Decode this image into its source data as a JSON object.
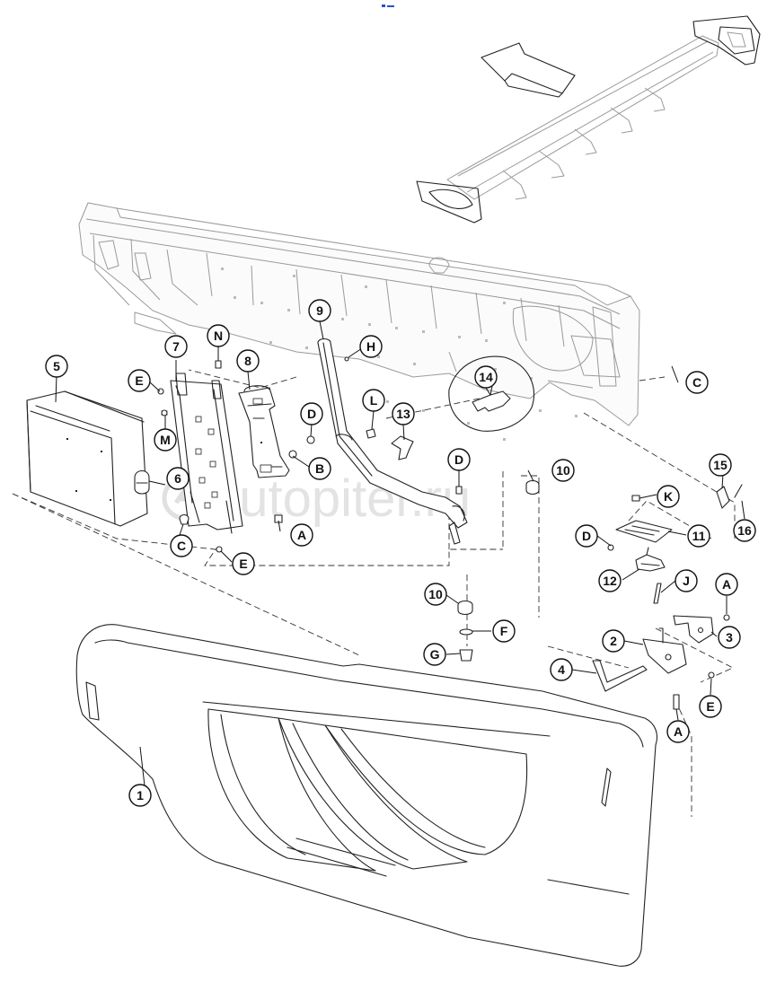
{
  "callouts": [
    {
      "id": "c1",
      "label": "1"
    },
    {
      "id": "c2",
      "label": "2"
    },
    {
      "id": "c3",
      "label": "3"
    },
    {
      "id": "c4",
      "label": "4"
    },
    {
      "id": "c5",
      "label": "5"
    },
    {
      "id": "c6",
      "label": "6"
    },
    {
      "id": "c7",
      "label": "7"
    },
    {
      "id": "c8",
      "label": "8"
    },
    {
      "id": "c9",
      "label": "9"
    },
    {
      "id": "c10a",
      "label": "10"
    },
    {
      "id": "c10b",
      "label": "10"
    },
    {
      "id": "c11",
      "label": "11"
    },
    {
      "id": "c12",
      "label": "12"
    },
    {
      "id": "c13",
      "label": "13"
    },
    {
      "id": "c14",
      "label": "14"
    },
    {
      "id": "c15",
      "label": "15"
    },
    {
      "id": "c16",
      "label": "16"
    },
    {
      "id": "cA1",
      "label": "A"
    },
    {
      "id": "cA2",
      "label": "A"
    },
    {
      "id": "cA3",
      "label": "A"
    },
    {
      "id": "cB",
      "label": "B"
    },
    {
      "id": "cC1",
      "label": "C"
    },
    {
      "id": "cC2",
      "label": "C"
    },
    {
      "id": "cD1",
      "label": "D"
    },
    {
      "id": "cD2",
      "label": "D"
    },
    {
      "id": "cD3",
      "label": "D"
    },
    {
      "id": "cE1",
      "label": "E"
    },
    {
      "id": "cE2",
      "label": "E"
    },
    {
      "id": "cE3",
      "label": "E"
    },
    {
      "id": "cF",
      "label": "F"
    },
    {
      "id": "cG",
      "label": "G"
    },
    {
      "id": "cH",
      "label": "H"
    },
    {
      "id": "cJ",
      "label": "J"
    },
    {
      "id": "cK",
      "label": "K"
    },
    {
      "id": "cL",
      "label": "L"
    },
    {
      "id": "cM",
      "label": "M"
    },
    {
      "id": "cN",
      "label": "N"
    }
  ],
  "watermark": {
    "text": "autopiter.ru",
    "color": "#e3e3e3"
  },
  "colors": {
    "line": "#222222",
    "frame": "#9a9a9a",
    "background": "#ffffff"
  },
  "icons": {
    "direction_arrow": "front-direction-arrow-icon"
  }
}
